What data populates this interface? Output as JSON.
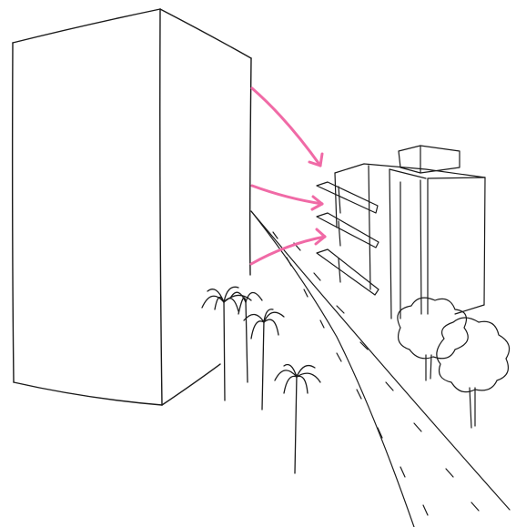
{
  "scene": {
    "description_visible_text": "",
    "colors": {
      "background": "#ffffff",
      "ink": "#1a1a1a",
      "arrow": "#f06aa6"
    },
    "arrows": [
      {
        "name": "upper"
      },
      {
        "name": "middle"
      },
      {
        "name": "lower"
      }
    ]
  }
}
